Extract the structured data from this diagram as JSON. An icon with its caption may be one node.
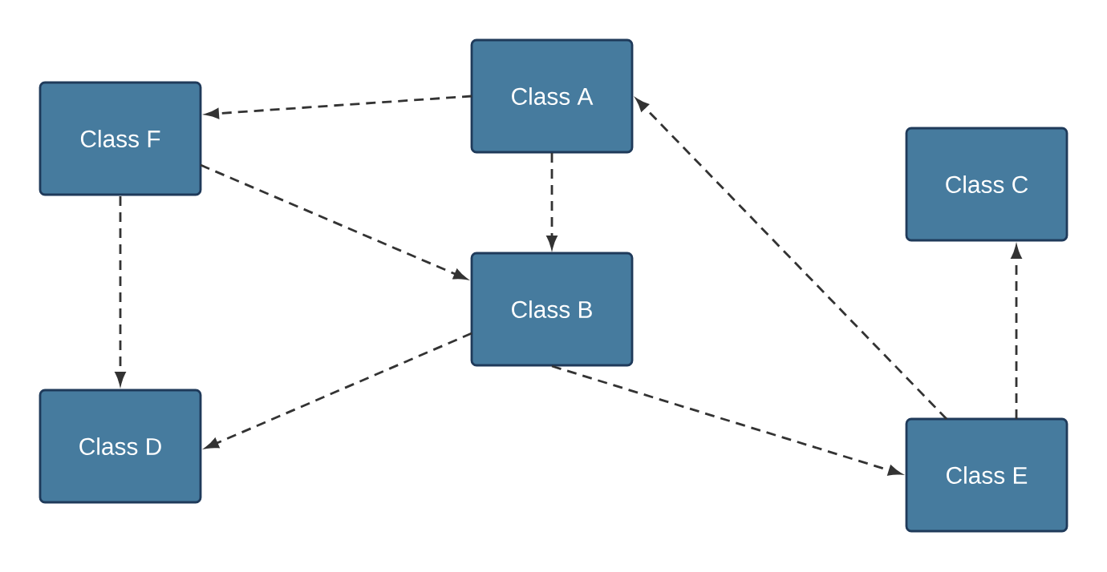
{
  "diagram": {
    "nodes": [
      {
        "text": [
          "Class A"
        ]
      },
      {
        "text": [
          "Class F"
        ]
      },
      {
        "text": [
          "Class C"
        ]
      },
      {
        "text": [
          "Class B"
        ]
      },
      {
        "text": [
          "Class D"
        ]
      },
      {
        "text": [
          "Class E"
        ]
      }
    ],
    "edges": [
      {
        "from": 0,
        "to": 1,
        "arrow": "to",
        "style": "dashed"
      },
      {
        "from": 1,
        "to": 3,
        "arrow": "to",
        "style": "dashed"
      },
      {
        "from": 0,
        "to": 3,
        "arrow": "to",
        "style": "dashed"
      },
      {
        "from": 1,
        "to": 4,
        "arrow": "to",
        "style": "dashed"
      },
      {
        "from": 3,
        "to": 4,
        "arrow": "to",
        "style": "dashed"
      },
      {
        "from": 3,
        "to": 5,
        "arrow": "to",
        "style": "dashed"
      },
      {
        "from": 5,
        "to": 0,
        "arrow": "to",
        "style": "dashed"
      },
      {
        "from": 5,
        "to": 2,
        "arrow": "to",
        "style": "dashed"
      }
    ]
  }
}
